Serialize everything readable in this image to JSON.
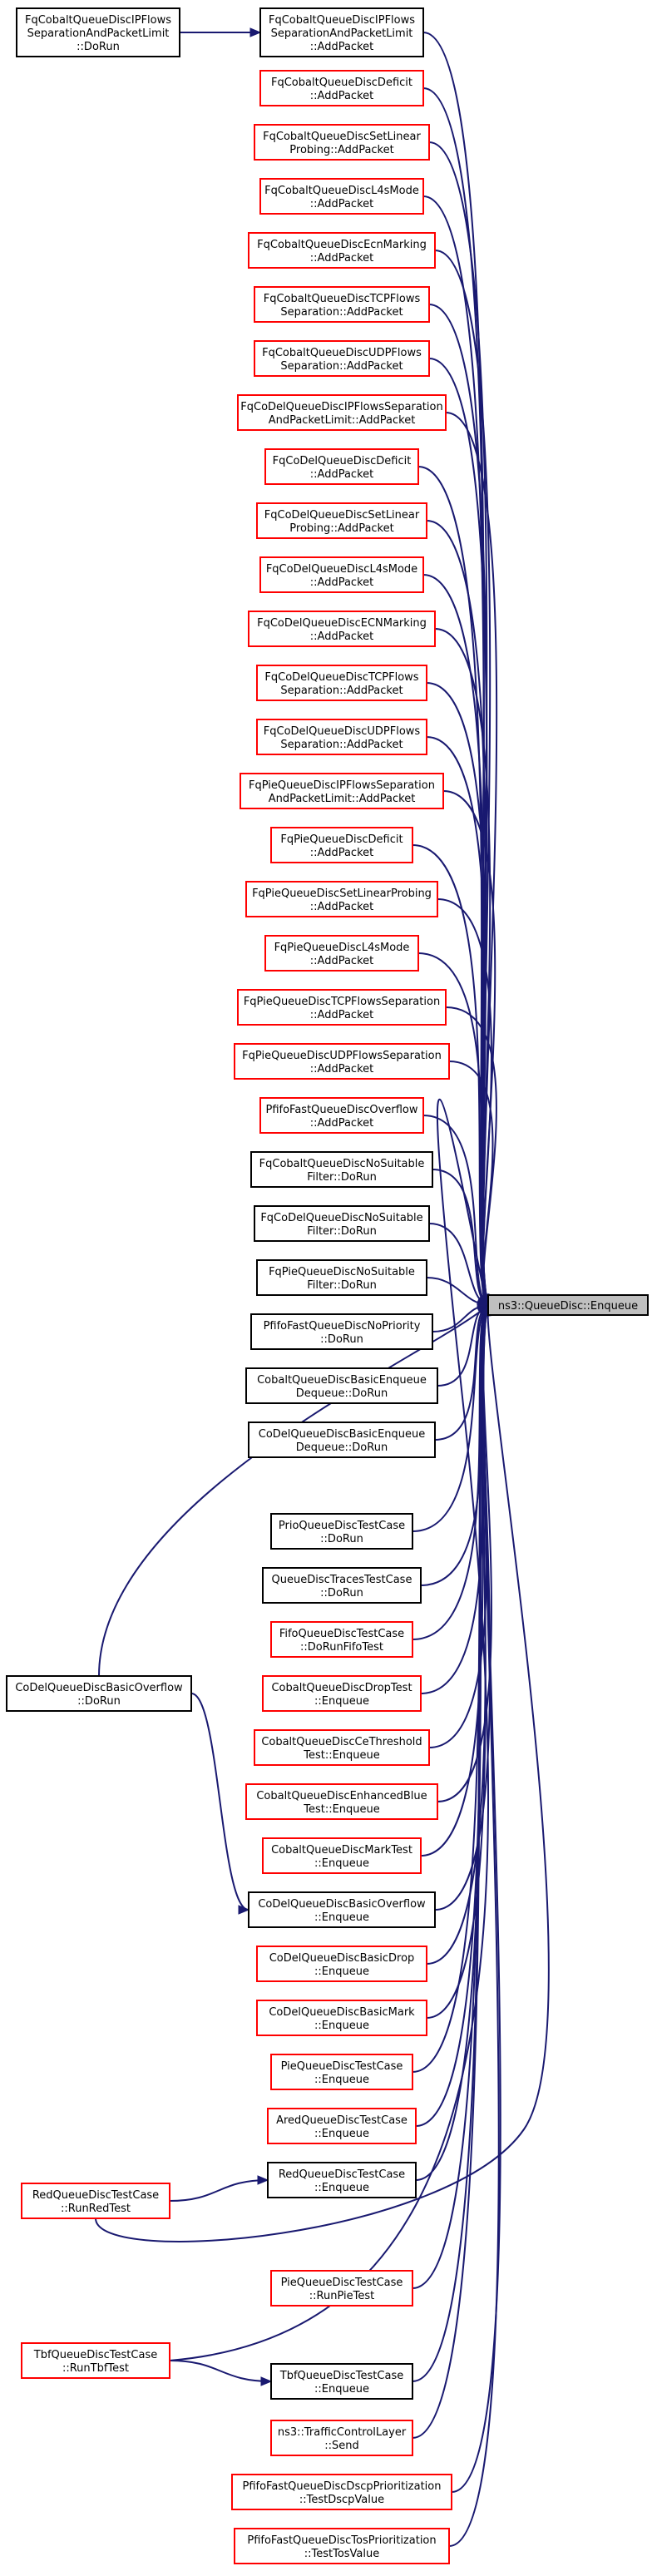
{
  "diagram": {
    "target": {
      "id": "ns3_queuedisc_enqueue",
      "lines": [
        "ns3::QueueDisc::Enqueue"
      ],
      "style": "target"
    },
    "nodes": [
      {
        "id": "fqcobalt_ipflows_doRun",
        "lines": [
          "FqCobaltQueueDiscIPFlows",
          "SeparationAndPacketLimit",
          "::DoRun"
        ],
        "style": "black"
      },
      {
        "id": "fqcobalt_ipflows_add",
        "lines": [
          "FqCobaltQueueDiscIPFlows",
          "SeparationAndPacketLimit",
          "::AddPacket"
        ],
        "style": "black"
      },
      {
        "id": "fqcobalt_deficit",
        "lines": [
          "FqCobaltQueueDiscDeficit",
          "::AddPacket"
        ],
        "style": "red"
      },
      {
        "id": "fqcobalt_setlinear",
        "lines": [
          "FqCobaltQueueDiscSetLinear",
          "Probing::AddPacket"
        ],
        "style": "red"
      },
      {
        "id": "fqcobalt_l4s",
        "lines": [
          "FqCobaltQueueDiscL4sMode",
          "::AddPacket"
        ],
        "style": "red"
      },
      {
        "id": "fqcobalt_ecn",
        "lines": [
          "FqCobaltQueueDiscEcnMarking",
          "::AddPacket"
        ],
        "style": "red"
      },
      {
        "id": "fqcobalt_tcp",
        "lines": [
          "FqCobaltQueueDiscTCPFlows",
          "Separation::AddPacket"
        ],
        "style": "red"
      },
      {
        "id": "fqcobalt_udp",
        "lines": [
          "FqCobaltQueueDiscUDPFlows",
          "Separation::AddPacket"
        ],
        "style": "red"
      },
      {
        "id": "fqcodel_ipflows",
        "lines": [
          "FqCoDelQueueDiscIPFlowsSeparation",
          "AndPacketLimit::AddPacket"
        ],
        "style": "red"
      },
      {
        "id": "fqcodel_deficit",
        "lines": [
          "FqCoDelQueueDiscDeficit",
          "::AddPacket"
        ],
        "style": "red"
      },
      {
        "id": "fqcodel_setlinear",
        "lines": [
          "FqCoDelQueueDiscSetLinear",
          "Probing::AddPacket"
        ],
        "style": "red"
      },
      {
        "id": "fqcodel_l4s",
        "lines": [
          "FqCoDelQueueDiscL4sMode",
          "::AddPacket"
        ],
        "style": "red"
      },
      {
        "id": "fqcodel_ecn",
        "lines": [
          "FqCoDelQueueDiscECNMarking",
          "::AddPacket"
        ],
        "style": "red"
      },
      {
        "id": "fqcodel_tcp",
        "lines": [
          "FqCoDelQueueDiscTCPFlows",
          "Separation::AddPacket"
        ],
        "style": "red"
      },
      {
        "id": "fqcodel_udp",
        "lines": [
          "FqCoDelQueueDiscUDPFlows",
          "Separation::AddPacket"
        ],
        "style": "red"
      },
      {
        "id": "fqpie_ipflows",
        "lines": [
          "FqPieQueueDiscIPFlowsSeparation",
          "AndPacketLimit::AddPacket"
        ],
        "style": "red"
      },
      {
        "id": "fqpie_deficit",
        "lines": [
          "FqPieQueueDiscDeficit",
          "::AddPacket"
        ],
        "style": "red"
      },
      {
        "id": "fqpie_setlinear",
        "lines": [
          "FqPieQueueDiscSetLinearProbing",
          "::AddPacket"
        ],
        "style": "red"
      },
      {
        "id": "fqpie_l4s",
        "lines": [
          "FqPieQueueDiscL4sMode",
          "::AddPacket"
        ],
        "style": "red"
      },
      {
        "id": "fqpie_tcp",
        "lines": [
          "FqPieQueueDiscTCPFlowsSeparation",
          "::AddPacket"
        ],
        "style": "red"
      },
      {
        "id": "fqpie_udp",
        "lines": [
          "FqPieQueueDiscUDPFlowsSeparation",
          "::AddPacket"
        ],
        "style": "red"
      },
      {
        "id": "pfifo_overflow",
        "lines": [
          "PfifoFastQueueDiscOverflow",
          "::AddPacket"
        ],
        "style": "red"
      },
      {
        "id": "fqcobalt_nosuitable",
        "lines": [
          "FqCobaltQueueDiscNoSuitable",
          "Filter::DoRun"
        ],
        "style": "black"
      },
      {
        "id": "fqcodel_nosuitable",
        "lines": [
          "FqCoDelQueueDiscNoSuitable",
          "Filter::DoRun"
        ],
        "style": "black"
      },
      {
        "id": "fqpie_nosuitable",
        "lines": [
          "FqPieQueueDiscNoSuitable",
          "Filter::DoRun"
        ],
        "style": "black"
      },
      {
        "id": "pfifo_nopriority",
        "lines": [
          "PfifoFastQueueDiscNoPriority",
          "::DoRun"
        ],
        "style": "black"
      },
      {
        "id": "cobalt_basic_enqdeq",
        "lines": [
          "CobaltQueueDiscBasicEnqueue",
          "Dequeue::DoRun"
        ],
        "style": "black"
      },
      {
        "id": "codel_basic_enqdeq",
        "lines": [
          "CoDelQueueDiscBasicEnqueue",
          "Dequeue::DoRun"
        ],
        "style": "black"
      },
      {
        "id": "codel_basic_overflow_doRun",
        "lines": [
          "CoDelQueueDiscBasicOverflow",
          "::DoRun"
        ],
        "style": "black"
      },
      {
        "id": "prio_testcase",
        "lines": [
          "PrioQueueDiscTestCase",
          "::DoRun"
        ],
        "style": "black"
      },
      {
        "id": "traces_testcase",
        "lines": [
          "QueueDiscTracesTestCase",
          "::DoRun"
        ],
        "style": "black"
      },
      {
        "id": "fifo_testcase",
        "lines": [
          "FifoQueueDiscTestCase",
          "::DoRunFifoTest"
        ],
        "style": "red"
      },
      {
        "id": "cobalt_drop",
        "lines": [
          "CobaltQueueDiscDropTest",
          "::Enqueue"
        ],
        "style": "red"
      },
      {
        "id": "cobalt_cethreshold",
        "lines": [
          "CobaltQueueDiscCeThreshold",
          "Test::Enqueue"
        ],
        "style": "red"
      },
      {
        "id": "cobalt_enhancedblue",
        "lines": [
          "CobaltQueueDiscEnhancedBlue",
          "Test::Enqueue"
        ],
        "style": "red"
      },
      {
        "id": "cobalt_mark",
        "lines": [
          "CobaltQueueDiscMarkTest",
          "::Enqueue"
        ],
        "style": "red"
      },
      {
        "id": "codel_basic_overflow_enq",
        "lines": [
          "CoDelQueueDiscBasicOverflow",
          "::Enqueue"
        ],
        "style": "black"
      },
      {
        "id": "codel_basic_drop",
        "lines": [
          "CoDelQueueDiscBasicDrop",
          "::Enqueue"
        ],
        "style": "red"
      },
      {
        "id": "codel_basic_mark",
        "lines": [
          "CoDelQueueDiscBasicMark",
          "::Enqueue"
        ],
        "style": "red"
      },
      {
        "id": "pie_testcase_enq",
        "lines": [
          "PieQueueDiscTestCase",
          "::Enqueue"
        ],
        "style": "red"
      },
      {
        "id": "ared_testcase_enq",
        "lines": [
          "AredQueueDiscTestCase",
          "::Enqueue"
        ],
        "style": "red"
      },
      {
        "id": "red_testcase_enq",
        "lines": [
          "RedQueueDiscTestCase",
          "::Enqueue"
        ],
        "style": "black"
      },
      {
        "id": "red_testcase_runred",
        "lines": [
          "RedQueueDiscTestCase",
          "::RunRedTest"
        ],
        "style": "red"
      },
      {
        "id": "pie_testcase_runpie",
        "lines": [
          "PieQueueDiscTestCase",
          "::RunPieTest"
        ],
        "style": "red"
      },
      {
        "id": "tbf_testcase_runtbf",
        "lines": [
          "TbfQueueDiscTestCase",
          "::RunTbfTest"
        ],
        "style": "red"
      },
      {
        "id": "tbf_testcase_enq",
        "lines": [
          "TbfQueueDiscTestCase",
          "::Enqueue"
        ],
        "style": "black"
      },
      {
        "id": "traffic_control_send",
        "lines": [
          "ns3::TrafficControlLayer",
          "::Send"
        ],
        "style": "red"
      },
      {
        "id": "pfifo_dscp",
        "lines": [
          "PfifoFastQueueDiscDscpPrioritization",
          "::TestDscpValue"
        ],
        "style": "red"
      },
      {
        "id": "pfifo_tos",
        "lines": [
          "PfifoFastQueueDiscTosPrioritization",
          "::TestTosValue"
        ],
        "style": "red"
      }
    ],
    "edges": [
      [
        "fqcobalt_ipflows_doRun",
        "fqcobalt_ipflows_add"
      ],
      [
        "fqcobalt_ipflows_add",
        "ns3_queuedisc_enqueue"
      ],
      [
        "fqcobalt_deficit",
        "ns3_queuedisc_enqueue"
      ],
      [
        "fqcobalt_setlinear",
        "ns3_queuedisc_enqueue"
      ],
      [
        "fqcobalt_l4s",
        "ns3_queuedisc_enqueue"
      ],
      [
        "fqcobalt_ecn",
        "ns3_queuedisc_enqueue"
      ],
      [
        "fqcobalt_tcp",
        "ns3_queuedisc_enqueue"
      ],
      [
        "fqcobalt_udp",
        "ns3_queuedisc_enqueue"
      ],
      [
        "fqcodel_ipflows",
        "ns3_queuedisc_enqueue"
      ],
      [
        "fqcodel_deficit",
        "ns3_queuedisc_enqueue"
      ],
      [
        "fqcodel_setlinear",
        "ns3_queuedisc_enqueue"
      ],
      [
        "fqcodel_l4s",
        "ns3_queuedisc_enqueue"
      ],
      [
        "fqcodel_ecn",
        "ns3_queuedisc_enqueue"
      ],
      [
        "fqcodel_tcp",
        "ns3_queuedisc_enqueue"
      ],
      [
        "fqcodel_udp",
        "ns3_queuedisc_enqueue"
      ],
      [
        "fqpie_ipflows",
        "ns3_queuedisc_enqueue"
      ],
      [
        "fqpie_deficit",
        "ns3_queuedisc_enqueue"
      ],
      [
        "fqpie_setlinear",
        "ns3_queuedisc_enqueue"
      ],
      [
        "fqpie_l4s",
        "ns3_queuedisc_enqueue"
      ],
      [
        "fqpie_tcp",
        "ns3_queuedisc_enqueue"
      ],
      [
        "fqpie_udp",
        "ns3_queuedisc_enqueue"
      ],
      [
        "pfifo_overflow",
        "ns3_queuedisc_enqueue"
      ],
      [
        "fqcobalt_nosuitable",
        "ns3_queuedisc_enqueue"
      ],
      [
        "fqcodel_nosuitable",
        "ns3_queuedisc_enqueue"
      ],
      [
        "fqpie_nosuitable",
        "ns3_queuedisc_enqueue"
      ],
      [
        "pfifo_nopriority",
        "ns3_queuedisc_enqueue"
      ],
      [
        "cobalt_basic_enqdeq",
        "ns3_queuedisc_enqueue"
      ],
      [
        "codel_basic_enqdeq",
        "ns3_queuedisc_enqueue"
      ],
      [
        "codel_basic_overflow_doRun",
        "ns3_queuedisc_enqueue"
      ],
      [
        "codel_basic_overflow_doRun",
        "codel_basic_overflow_enq"
      ],
      [
        "prio_testcase",
        "ns3_queuedisc_enqueue"
      ],
      [
        "traces_testcase",
        "ns3_queuedisc_enqueue"
      ],
      [
        "fifo_testcase",
        "ns3_queuedisc_enqueue"
      ],
      [
        "cobalt_drop",
        "ns3_queuedisc_enqueue"
      ],
      [
        "cobalt_cethreshold",
        "ns3_queuedisc_enqueue"
      ],
      [
        "cobalt_enhancedblue",
        "ns3_queuedisc_enqueue"
      ],
      [
        "cobalt_mark",
        "ns3_queuedisc_enqueue"
      ],
      [
        "codel_basic_overflow_enq",
        "ns3_queuedisc_enqueue"
      ],
      [
        "codel_basic_drop",
        "ns3_queuedisc_enqueue"
      ],
      [
        "codel_basic_mark",
        "ns3_queuedisc_enqueue"
      ],
      [
        "pie_testcase_enq",
        "ns3_queuedisc_enqueue"
      ],
      [
        "ared_testcase_enq",
        "ns3_queuedisc_enqueue"
      ],
      [
        "red_testcase_enq",
        "ns3_queuedisc_enqueue"
      ],
      [
        "red_testcase_runred",
        "red_testcase_enq"
      ],
      [
        "red_testcase_runred",
        "ns3_queuedisc_enqueue"
      ],
      [
        "pie_testcase_runpie",
        "ns3_queuedisc_enqueue"
      ],
      [
        "tbf_testcase_runtbf",
        "ns3_queuedisc_enqueue"
      ],
      [
        "tbf_testcase_runtbf",
        "tbf_testcase_enq"
      ],
      [
        "tbf_testcase_enq",
        "ns3_queuedisc_enqueue"
      ],
      [
        "traffic_control_send",
        "ns3_queuedisc_enqueue"
      ],
      [
        "pfifo_dscp",
        "ns3_queuedisc_enqueue"
      ],
      [
        "pfifo_tos",
        "ns3_queuedisc_enqueue"
      ]
    ],
    "colors": {
      "edge": "#191970",
      "red_border": "#ff0000",
      "black_border": "#000000",
      "target_fill": "#bfbfbf"
    }
  }
}
